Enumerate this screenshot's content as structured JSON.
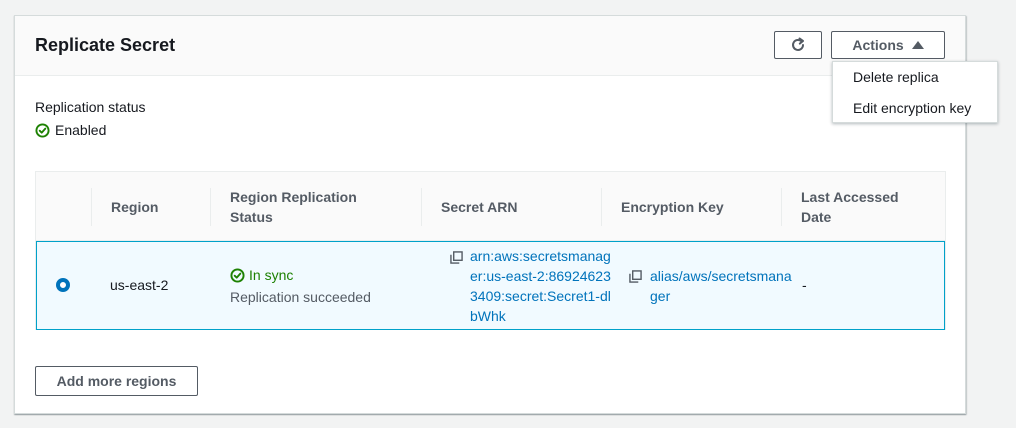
{
  "panel": {
    "title": "Replicate Secret",
    "actions_label": "Actions",
    "add_regions_label": "Add more regions"
  },
  "replication": {
    "label": "Replication status",
    "status": "Enabled"
  },
  "table": {
    "columns": [
      "Region",
      "Region Replication Status",
      "Secret ARN",
      "Encryption Key",
      "Last Accessed Date"
    ],
    "rows": [
      {
        "selected": true,
        "region": "us-east-2",
        "status": "In sync",
        "status_detail": "Replication succeeded",
        "arn": "arn:aws:secretsmanager:us-east-2:869246233409:secret:Secret1-dlbWhk",
        "encryption_key": "alias/aws/secretsmanager",
        "last_accessed": "-"
      }
    ]
  },
  "actions_menu": {
    "items": [
      "Delete replica",
      "Edit encryption key"
    ]
  },
  "icons": {
    "refresh": "refresh-icon",
    "success": "check-circle-icon",
    "copy": "copy-icon",
    "caret": "caret-up-icon"
  },
  "colors": {
    "link": "#0073bb",
    "success": "#1d8102",
    "selected_row_bg": "#f1faff",
    "selected_row_border": "#00a1c9"
  }
}
